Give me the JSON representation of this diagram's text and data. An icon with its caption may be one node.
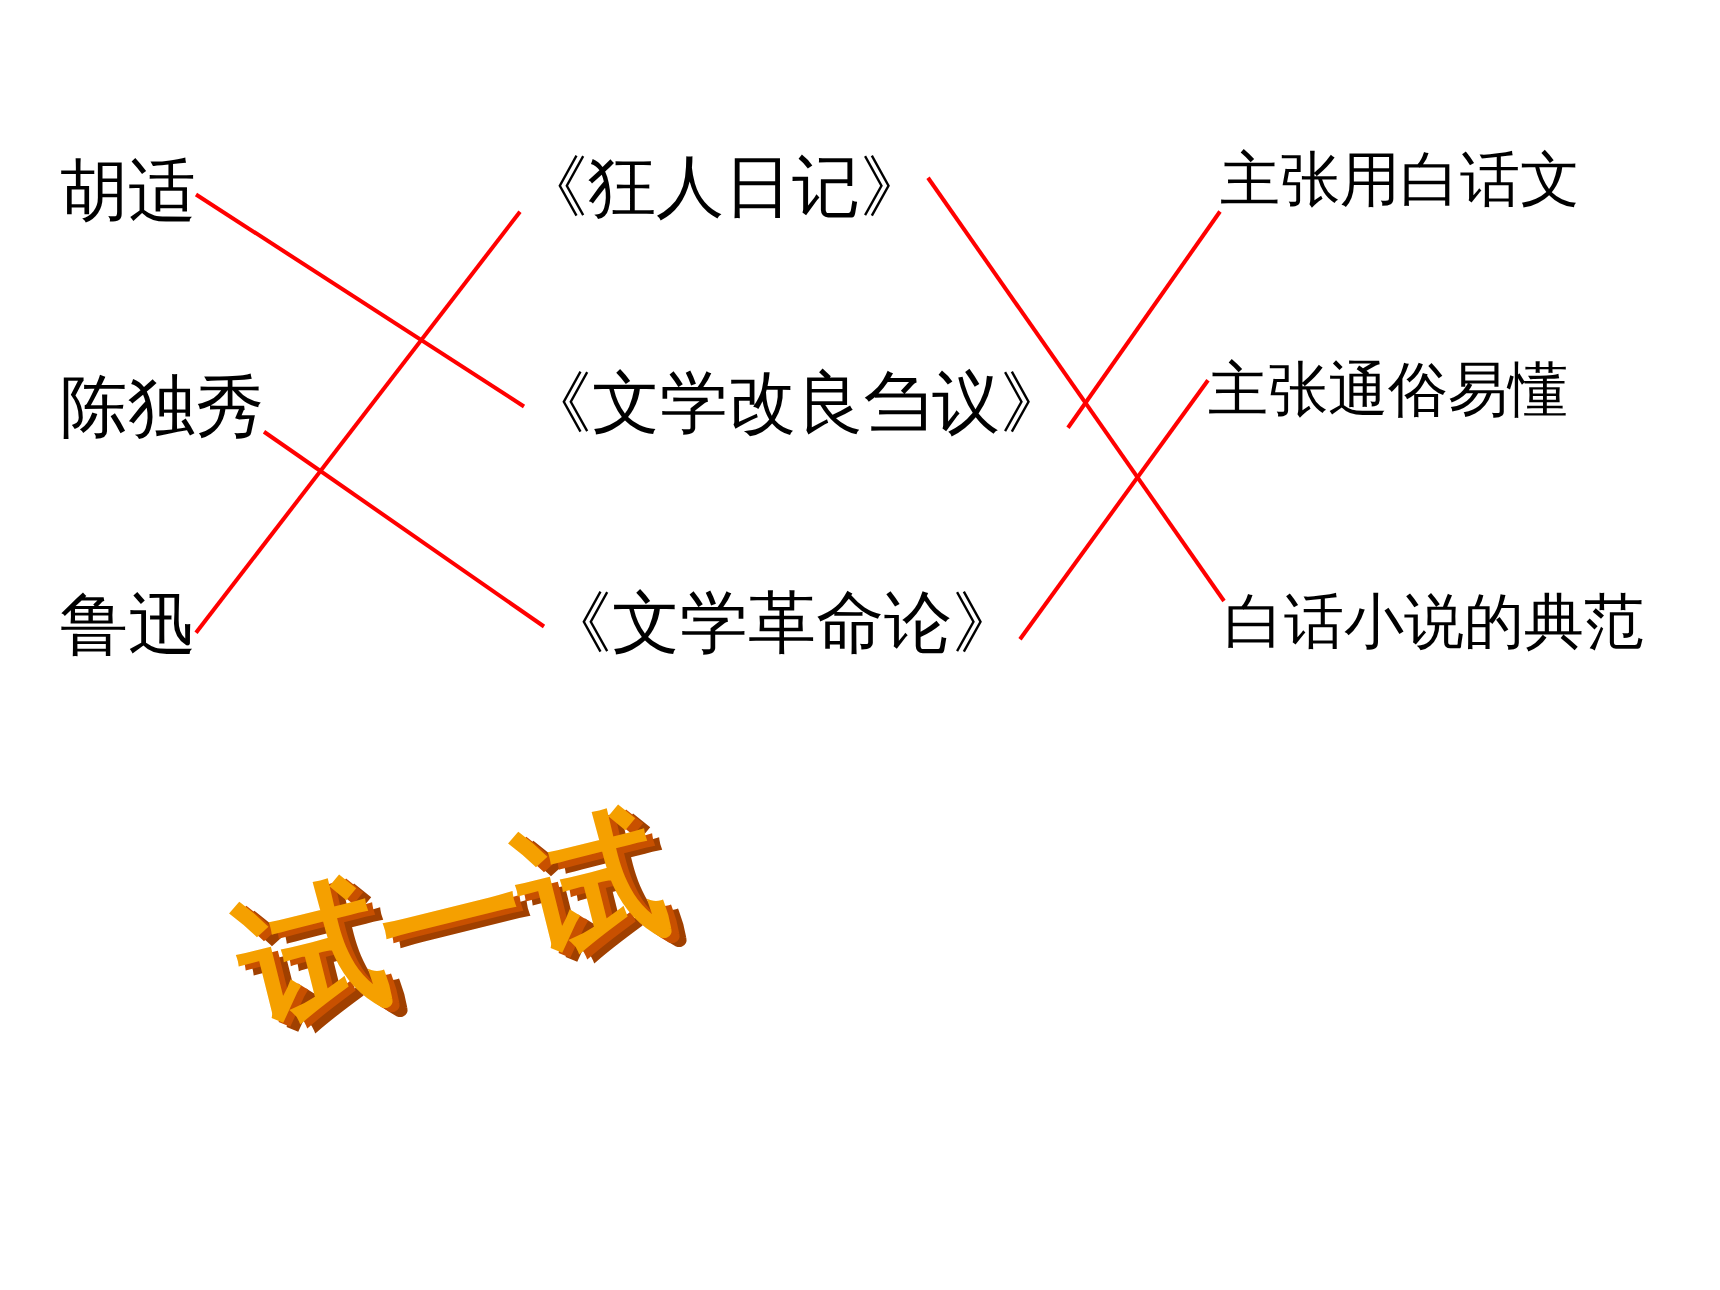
{
  "diagram": {
    "nodes": [
      {
        "text": [
          "胡适"
        ]
      },
      {
        "text": [
          "陈独秀"
        ]
      },
      {
        "text": [
          "鲁迅"
        ]
      },
      {
        "text": [
          "《狂人日记》"
        ]
      },
      {
        "text": [
          "《文学改良刍议》"
        ]
      },
      {
        "text": [
          "《文学革命论》"
        ]
      },
      {
        "text": [
          "主张用白话文"
        ]
      },
      {
        "text": [
          "主张通俗易懂"
        ]
      },
      {
        "text": [
          "白话小说的典范"
        ]
      }
    ],
    "edges": [
      {
        "from": 0,
        "to": 4,
        "arrow": "none",
        "color": "#ff0000"
      },
      {
        "from": 1,
        "to": 5,
        "arrow": "none",
        "color": "#ff0000"
      },
      {
        "from": 2,
        "to": 3,
        "arrow": "none",
        "color": "#ff0000"
      },
      {
        "from": 3,
        "to": 8,
        "arrow": "none",
        "color": "#ff0000"
      },
      {
        "from": 4,
        "to": 6,
        "arrow": "none",
        "color": "#ff0000"
      },
      {
        "from": 5,
        "to": 7,
        "arrow": "none",
        "color": "#ff0000"
      }
    ],
    "labels": [
      "试一试"
    ]
  }
}
